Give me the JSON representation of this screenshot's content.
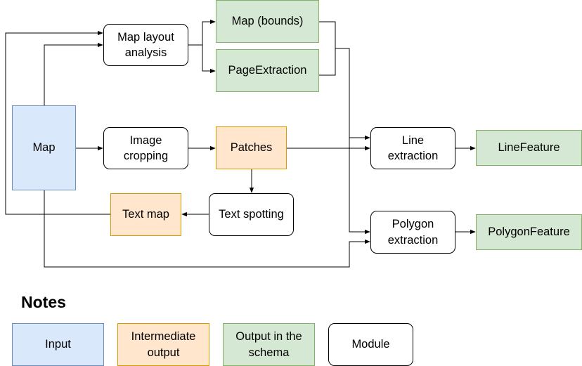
{
  "nodes": {
    "map": "Map",
    "map_layout_analysis": "Map layout\nanalysis",
    "map_bounds": "Map (bounds)",
    "page_extraction": "PageExtraction",
    "image_cropping": "Image\ncropping",
    "patches": "Patches",
    "text_spotting": "Text spotting",
    "text_map": "Text map",
    "line_extraction": "Line\nextraction",
    "line_feature": "LineFeature",
    "polygon_extraction": "Polygon\nextraction",
    "polygon_feature": "PolygonFeature"
  },
  "notes": {
    "heading": "Notes",
    "input": "Input",
    "intermediate": "Intermediate\noutput",
    "output": "Output in the\nschema",
    "module": "Module"
  },
  "colors": {
    "input_fill": "#dae8fc",
    "input_stroke": "#6c8ebf",
    "intermediate_fill": "#ffe6cc",
    "intermediate_stroke": "#d79b00",
    "output_fill": "#d5e8d4",
    "output_stroke": "#82b366",
    "module_fill": "#ffffff",
    "module_stroke": "#000000"
  }
}
